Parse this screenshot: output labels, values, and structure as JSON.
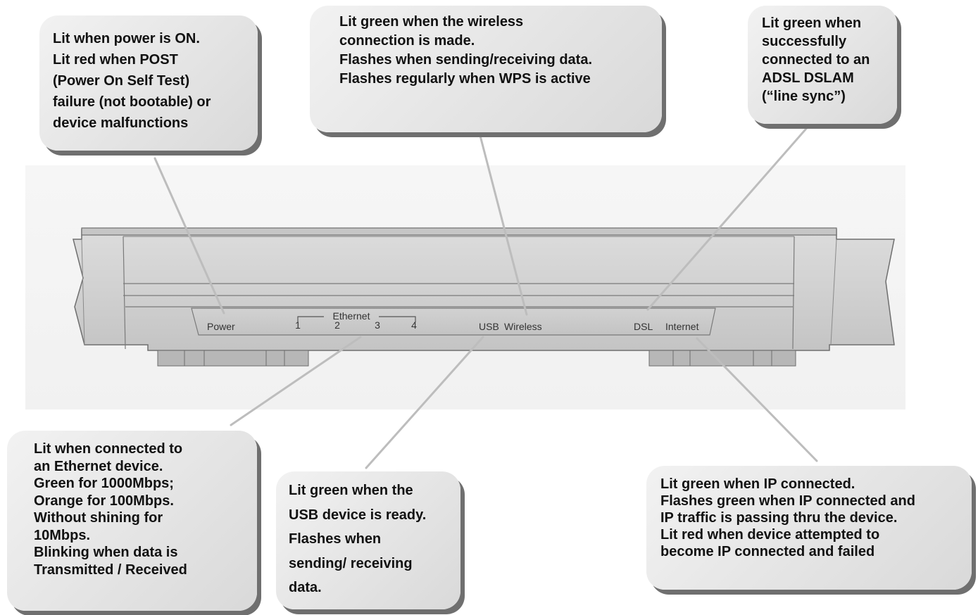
{
  "device_labels": {
    "power": "Power",
    "ethernet_group": "Ethernet",
    "port_1": "1",
    "port_2": "2",
    "port_3": "3",
    "port_4": "4",
    "usb": "USB",
    "wireless": "Wireless",
    "dsl": "DSL",
    "internet": "Internet"
  },
  "callouts": {
    "power": [
      "Lit when power is ON.",
      "Lit red when POST",
      "(Power On Self Test)",
      "failure (not bootable) or",
      "device malfunctions"
    ],
    "wireless": [
      "Lit green when the wireless",
      "connection is made.",
      "Flashes when sending/receiving data.",
      "Flashes regularly when WPS is active"
    ],
    "dsl": [
      "Lit green when",
      "successfully",
      "connected to an",
      "ADSL DSLAM",
      "(“line sync”)"
    ],
    "ethernet": [
      "Lit when connected to",
      "an Ethernet device.",
      "Green for 1000Mbps;",
      "Orange for 100Mbps.",
      "Without shining for",
      "10Mbps.",
      "Blinking when data is",
      "Transmitted / Received"
    ],
    "usb": [
      "Lit green when the",
      "USB device is ready.",
      "Flashes when",
      "sending/ receiving",
      "data."
    ],
    "internet": [
      "Lit green when IP connected.",
      "Flashes green when IP connected and",
      "IP traffic is passing thru the device.",
      "Lit red when device attempted to",
      "become IP connected and failed"
    ]
  }
}
